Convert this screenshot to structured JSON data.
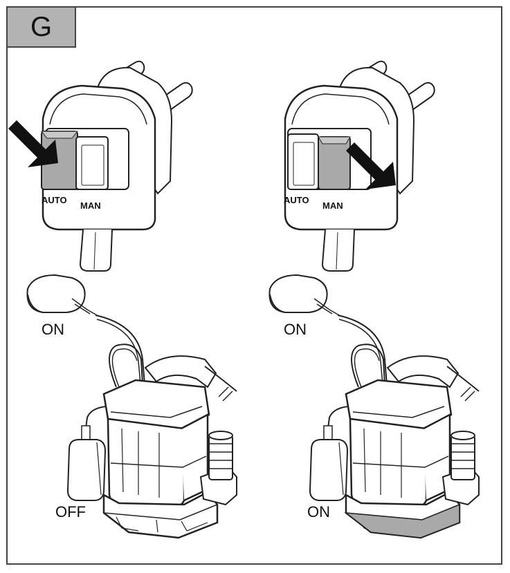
{
  "figure": {
    "section": "G"
  },
  "left_panel": {
    "plug": {
      "auto_label": "AUTO",
      "man_label": "MAN",
      "pressed": "AUTO"
    },
    "float_top_label": "ON",
    "float_bottom_label": "OFF"
  },
  "right_panel": {
    "plug": {
      "auto_label": "AUTO",
      "man_label": "MAN",
      "pressed": "MAN"
    },
    "float_top_label": "ON",
    "float_bottom_label": "ON"
  },
  "colors": {
    "line": "#222222",
    "pressed_button": "#a9a9a9",
    "tag_background": "#b3b3b3"
  }
}
